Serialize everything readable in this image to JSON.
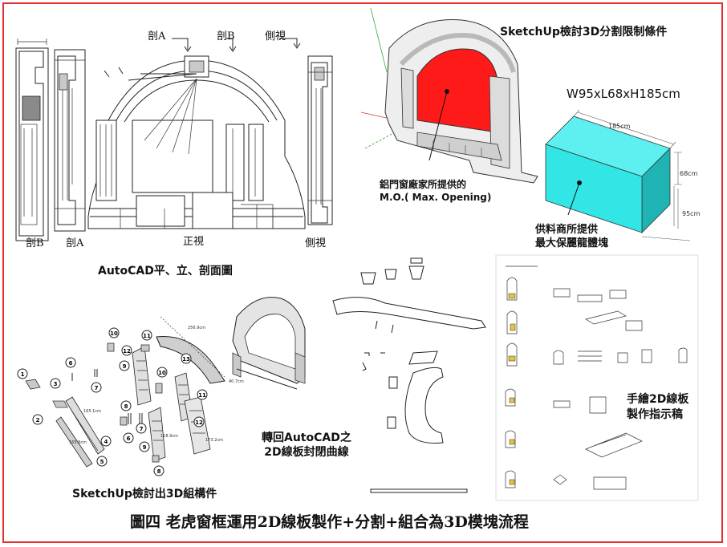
{
  "colors": {
    "frame": "#e03030",
    "opening": "#ff1a1a",
    "block": "#33e6e6",
    "block_dark": "#20b3b3",
    "ink": "#111111"
  },
  "autocad": {
    "top_labels": {
      "section_a": "剖A",
      "section_b": "剖B",
      "side": "側視"
    },
    "bottom_labels": {
      "section_b": "剖B",
      "section_a": "剖A",
      "front": "正視",
      "side": "側視"
    },
    "caption": "AutoCAD平、立、剖面圖"
  },
  "sketchup_check": {
    "title": "SketchUp檢討3D分割限制條件",
    "dimensions": "W95xL68xH185cm",
    "block_dims": {
      "length": "185cm",
      "width": "68cm",
      "height": "95cm"
    },
    "opening_note": {
      "line1": "鋁門窗廠家所提供的",
      "line2": "M.O.( Max. Opening)"
    },
    "block_note": {
      "line1": "供料商所提供",
      "line2": "最大保麗龍體塊"
    }
  },
  "components": {
    "caption": "SketchUp檢討出3D組構件",
    "numbers": [
      "1",
      "2",
      "3",
      "4",
      "5",
      "6",
      "7",
      "8",
      "9",
      "10",
      "11",
      "12",
      "13"
    ]
  },
  "autocad_return": {
    "line1": "轉回AutoCAD之",
    "line2": "2D線板封閉曲線"
  },
  "hand_drawn": {
    "line1": "手繪2D線板",
    "line2": "製作指示稿"
  },
  "figure_caption": "圖四  老虎窗框運用2D線板製作+分割+組合為3D模塊流程"
}
